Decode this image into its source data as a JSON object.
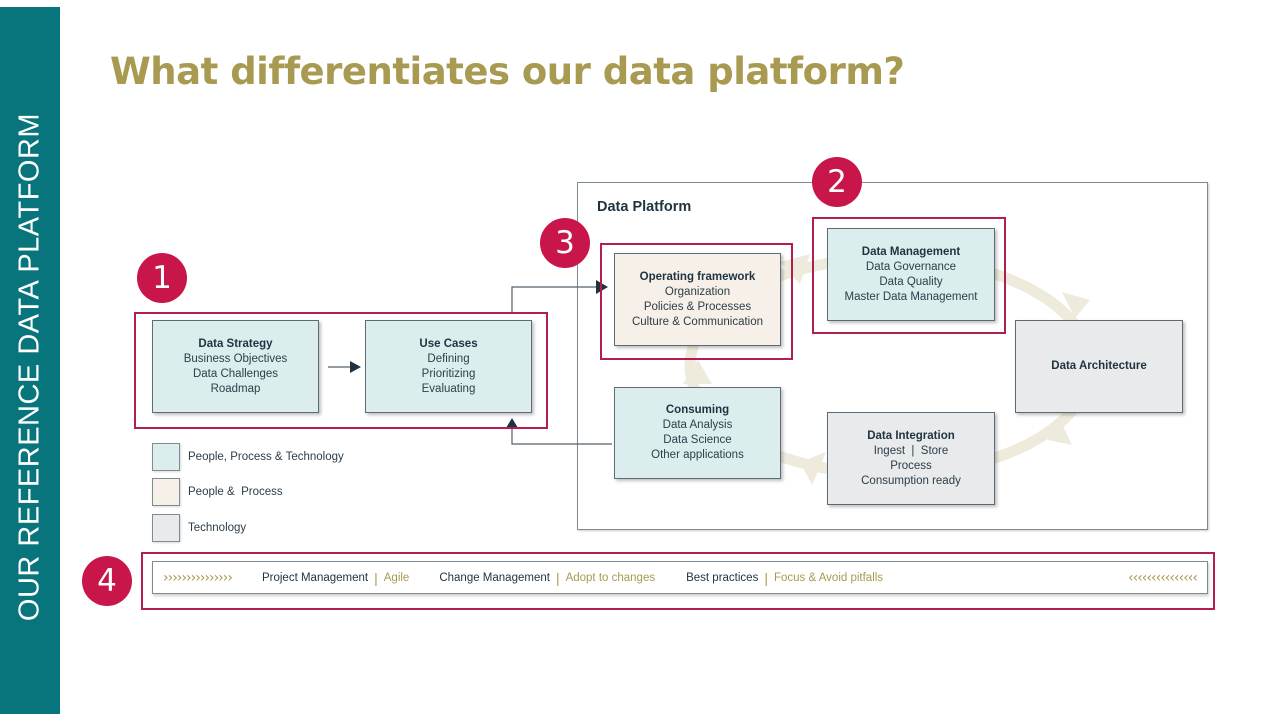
{
  "sidebar": {
    "label": "OUR REFERENCE DATA PLATFORM"
  },
  "header": {
    "title": "What differentiates our data platform?"
  },
  "colors": {
    "sidebar": "#08757c",
    "title": "#a99a52",
    "highlight": "#b21e4e",
    "badge": "#c8154a",
    "people_process_technology": "#dcedee",
    "people_process": "#f6f0e8",
    "technology": "#e8eaec"
  },
  "badges": [
    "1",
    "2",
    "3",
    "4"
  ],
  "left_group": {
    "data_strategy": {
      "title": "Data Strategy",
      "lines": [
        "Business Objectives",
        "Data Challenges",
        "Roadmap"
      ]
    },
    "use_cases": {
      "title": "Use Cases",
      "lines": [
        "Defining",
        "Prioritizing",
        "Evaluating"
      ]
    }
  },
  "platform": {
    "title": "Data Platform",
    "operating_framework": {
      "title": "Operating framework",
      "lines": [
        "Organization",
        "Policies & Processes",
        "Culture & Communication"
      ]
    },
    "data_management": {
      "title": "Data Management",
      "lines": [
        "Data Governance",
        "Data Quality",
        "Master Data Management"
      ]
    },
    "data_architecture": {
      "title": "Data Architecture"
    },
    "data_integration": {
      "title": "Data Integration",
      "lines": [
        "Ingest  |  Store",
        "Process",
        "Consumption ready"
      ]
    },
    "consuming": {
      "title": "Consuming",
      "lines": [
        "Data Analysis",
        "Data Science",
        "Other applications"
      ]
    }
  },
  "legend": [
    {
      "label": "People, Process & Technology",
      "category": "people_process_technology"
    },
    {
      "label": "People &  Process",
      "category": "people_process"
    },
    {
      "label": "Technology",
      "category": "technology"
    }
  ],
  "bottom_bar": {
    "left_chevrons": "›››››››››››››››",
    "right_chevrons": "‹‹‹‹‹‹‹‹‹‹‹‹‹‹‹",
    "items": [
      {
        "main": "Project Management",
        "sub": "Agile"
      },
      {
        "main": "Change Management",
        "sub": "Adopt to changes"
      },
      {
        "main": "Best practices",
        "sub": "Focus & Avoid pitfalls"
      }
    ],
    "separator": "|"
  }
}
